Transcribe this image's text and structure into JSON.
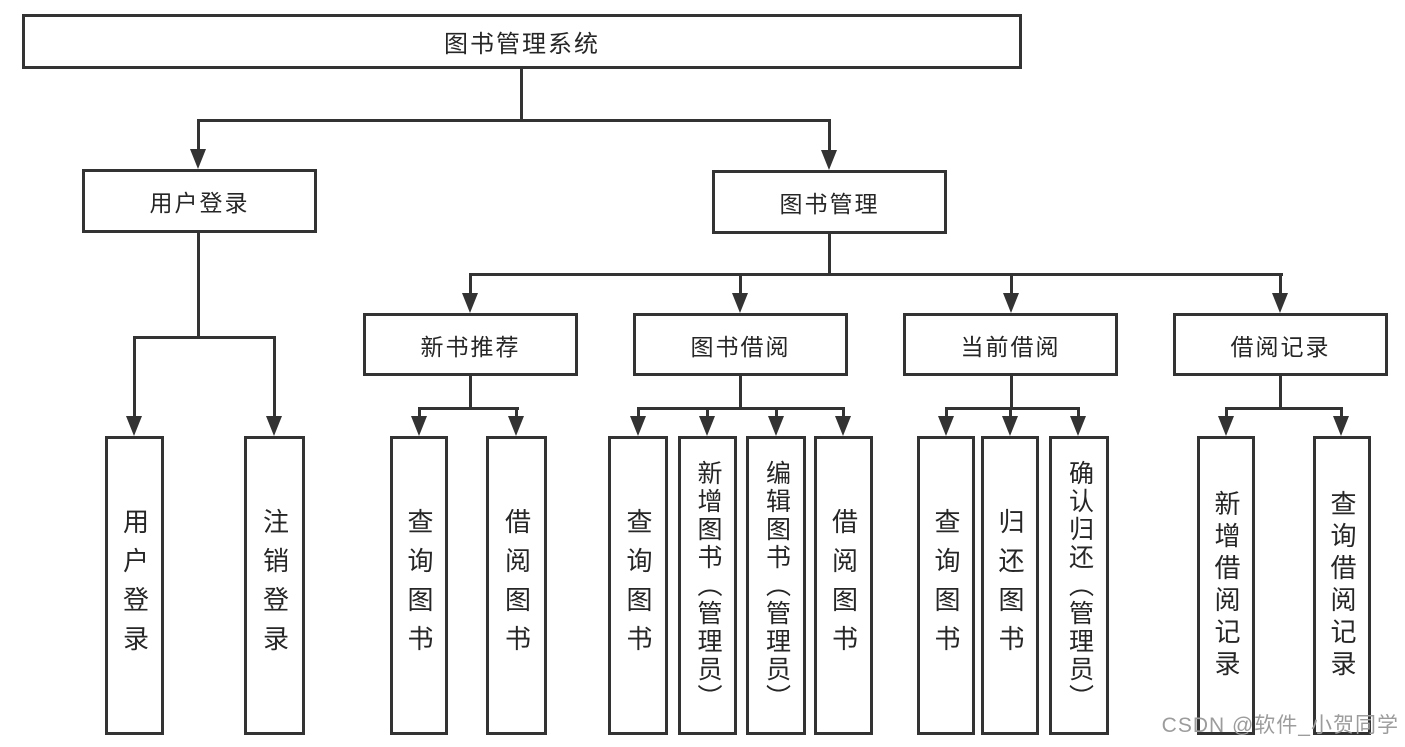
{
  "root": {
    "label": "图书管理系统"
  },
  "level2": [
    {
      "label": "用户登录"
    },
    {
      "label": "图书管理"
    }
  ],
  "level3": [
    {
      "label": "新书推荐"
    },
    {
      "label": "图书借阅"
    },
    {
      "label": "当前借阅"
    },
    {
      "label": "借阅记录"
    }
  ],
  "leaves": {
    "login": [
      {
        "label": "用户登录"
      },
      {
        "label": "注销登录"
      }
    ],
    "recommend": [
      {
        "label": "查询图书"
      },
      {
        "label": "借阅图书"
      }
    ],
    "borrow": [
      {
        "label": "查询图书"
      },
      {
        "label": "新增图书（管理员）"
      },
      {
        "label": "编辑图书（管理员）"
      },
      {
        "label": "借阅图书"
      }
    ],
    "current": [
      {
        "label": "查询图书"
      },
      {
        "label": "归还图书"
      },
      {
        "label": "确认归还（管理员）"
      }
    ],
    "records": [
      {
        "label": "新增借阅记录"
      },
      {
        "label": "查询借阅记录"
      }
    ]
  },
  "watermark": "CSDN @软件_小贺同学",
  "colors": {
    "line": "#333333",
    "text": "#262626",
    "watermark": "#9c9c9c",
    "background": "#ffffff"
  }
}
